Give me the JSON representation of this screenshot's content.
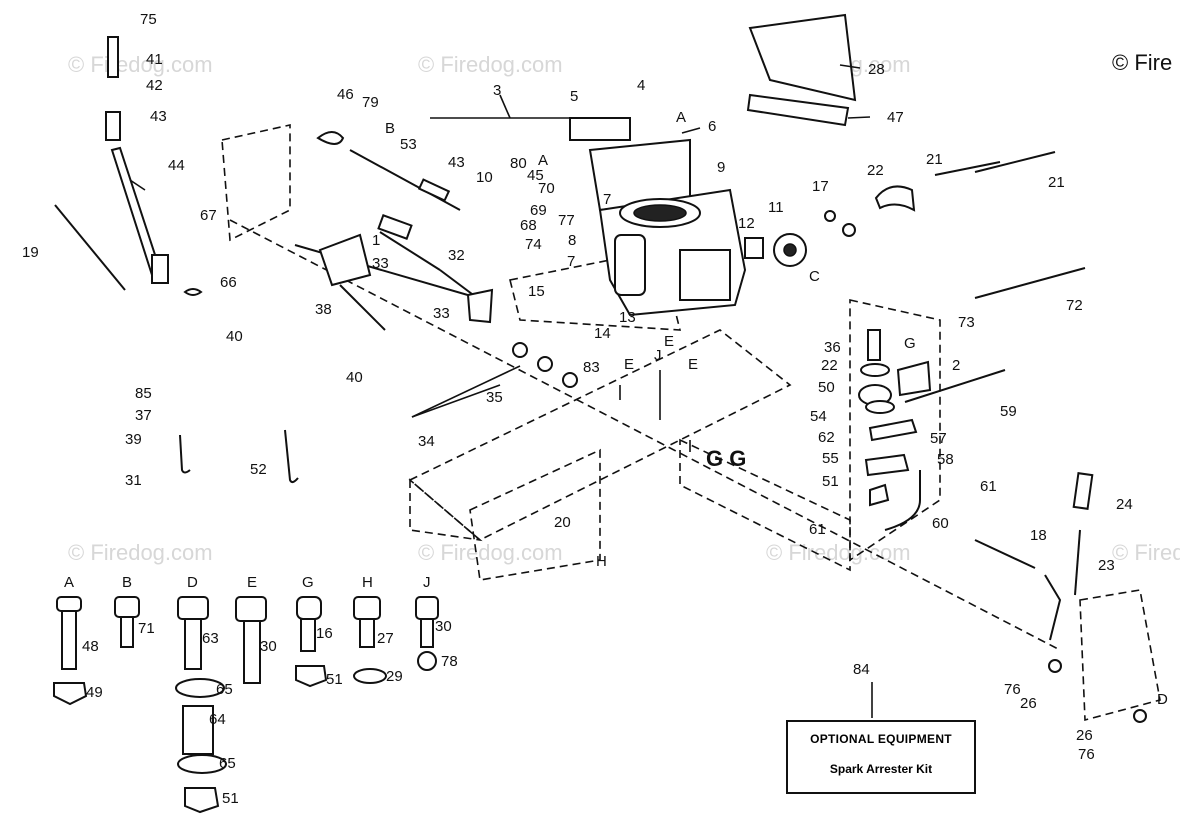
{
  "watermark": {
    "text": "© Firedog.com",
    "edge_text": "© Fire"
  },
  "callouts": [
    "75",
    "41",
    "42",
    "43",
    "44",
    "19",
    "67",
    "66",
    "46",
    "79",
    "3",
    "5",
    "4",
    "6",
    "53",
    "43",
    "45",
    "10",
    "80",
    "70",
    "69",
    "77",
    "68",
    "74",
    "7",
    "8",
    "9",
    "1",
    "32",
    "33",
    "33",
    "38",
    "15",
    "7",
    "14",
    "13",
    "83",
    "J",
    "E",
    "E",
    "E",
    "12",
    "11",
    "C",
    "17",
    "22",
    "21",
    "21",
    "28",
    "47",
    "40",
    "85",
    "37",
    "39",
    "31",
    "40",
    "52",
    "35",
    "34",
    "G G",
    "36",
    "22",
    "50",
    "54",
    "62",
    "55",
    "51",
    "G",
    "2",
    "59",
    "57",
    "58",
    "61",
    "61",
    "60",
    "20",
    "H",
    "18",
    "24",
    "23",
    "76",
    "26",
    "26",
    "76",
    "D",
    "B",
    "A",
    "A",
    "84",
    "73",
    "72"
  ],
  "hardware_legend": [
    {
      "letter": "A",
      "parts": [
        "48",
        "49"
      ]
    },
    {
      "letter": "B",
      "parts": [
        "71"
      ]
    },
    {
      "letter": "D",
      "parts": [
        "63",
        "65",
        "64",
        "65",
        "51"
      ]
    },
    {
      "letter": "E",
      "parts": [
        "30"
      ]
    },
    {
      "letter": "G",
      "parts": [
        "16",
        "51"
      ]
    },
    {
      "letter": "H",
      "parts": [
        "27",
        "29"
      ]
    },
    {
      "letter": "J",
      "parts": [
        "30",
        "78"
      ]
    }
  ],
  "optional_equipment": {
    "callout": "84",
    "title": "OPTIONAL EQUIPMENT",
    "item": "Spark Arrester Kit"
  }
}
